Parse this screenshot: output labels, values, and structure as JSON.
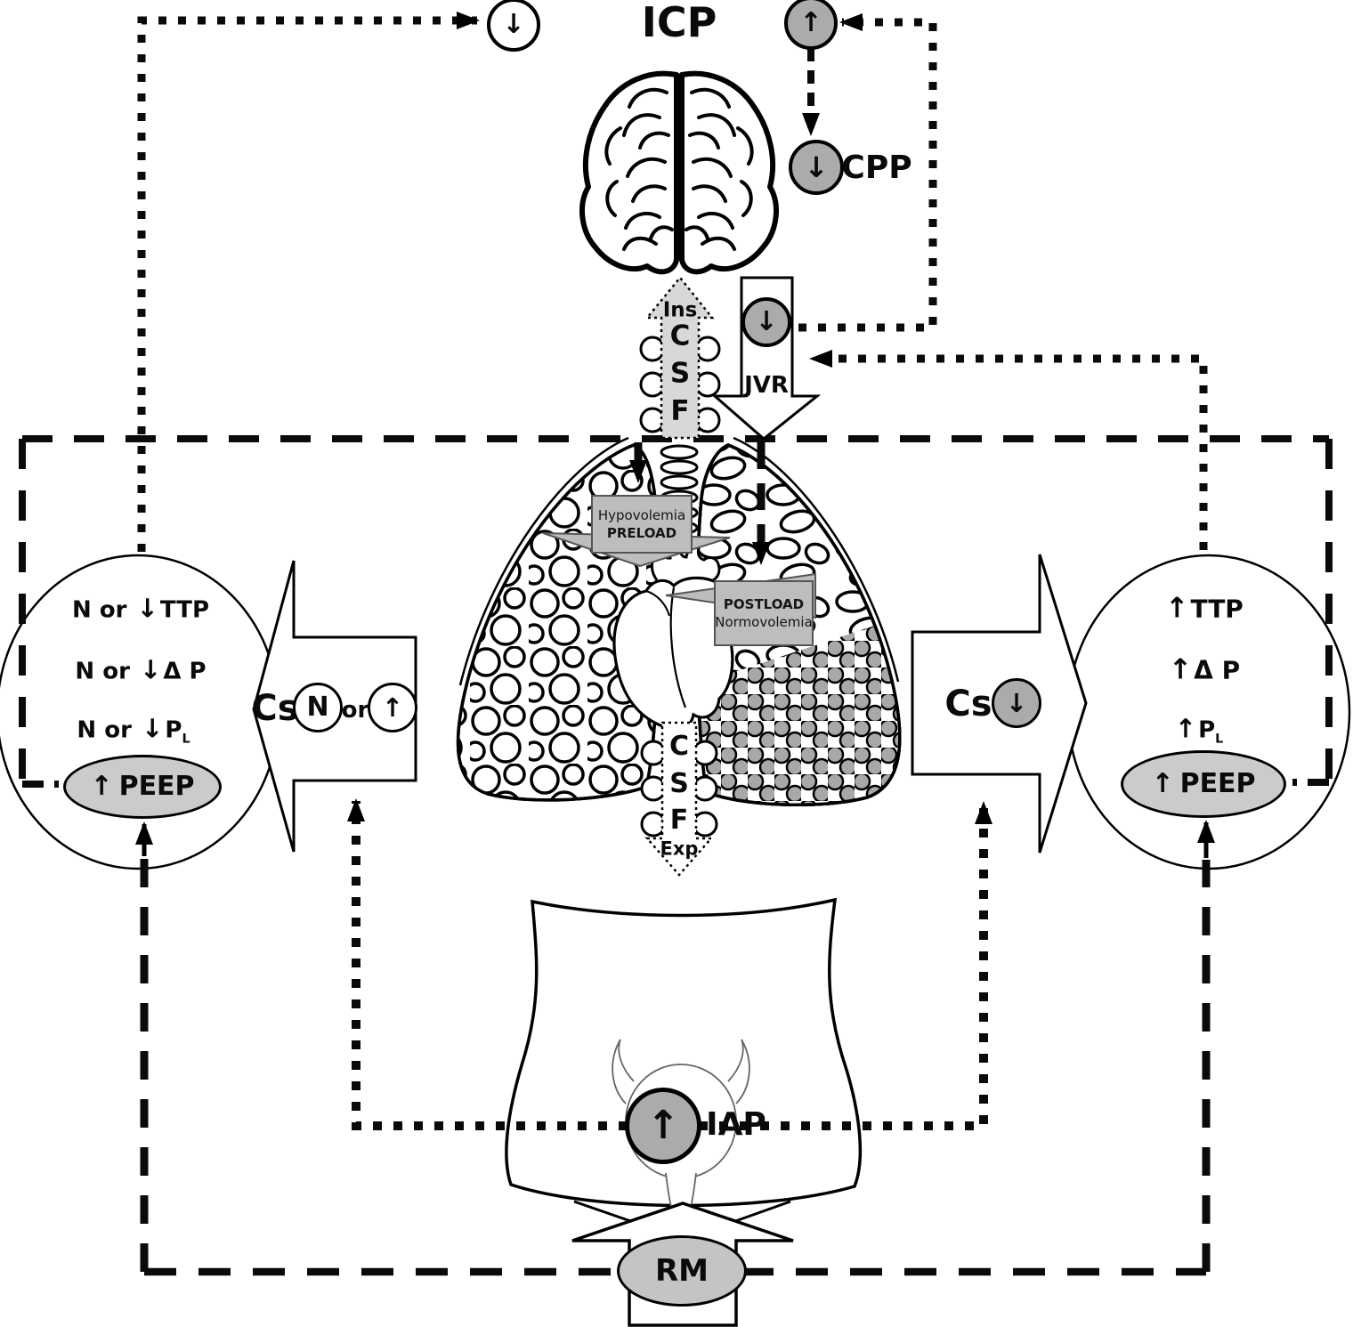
{
  "title": "ICP",
  "colors": {
    "line": "#000000",
    "gray_node": "#ababab",
    "gray_box": "#bdbdbd",
    "gray_pill": "#cbcbcb",
    "csf_arrow_fill": "#d8d8d8",
    "atelectasis_fill": "#a8a8a8"
  },
  "top": {
    "icp_label": "ICP",
    "icp_decrease_icon": "↓",
    "icp_increase_icon": "↑",
    "cpp": {
      "icon": "↓",
      "label": "CPP"
    }
  },
  "csf_ins": {
    "phase": "Ins",
    "letters": [
      "C",
      "S",
      "F"
    ]
  },
  "csf_exp": {
    "letters": [
      "C",
      "S",
      "F"
    ],
    "phase": "Exp"
  },
  "jvr": {
    "icon": "↓",
    "label": "JVR"
  },
  "preload_box": {
    "line1": "Hypovolemia",
    "line2": "PRELOAD"
  },
  "postload_box": {
    "line1": "POSTLOAD",
    "line2": "Normovolemia"
  },
  "left_circle": {
    "rows": [
      {
        "pre": "N or ",
        "arrow": "↓",
        "label": "TTP",
        "sub": ""
      },
      {
        "pre": "N or ",
        "arrow": "↓",
        "label": "Δ P",
        "sub": ""
      },
      {
        "pre": "N or ",
        "arrow": "↓",
        "label": "P",
        "sub": "L"
      }
    ],
    "peep": {
      "arrow": "↑",
      "label": "PEEP"
    }
  },
  "right_circle": {
    "rows": [
      {
        "arrow": "↑",
        "label": "TTP",
        "sub": ""
      },
      {
        "arrow": "↑",
        "label": "Δ P",
        "sub": ""
      },
      {
        "arrow": "↑",
        "label": "P",
        "sub": "L"
      }
    ],
    "peep": {
      "arrow": "↑",
      "label": "PEEP"
    }
  },
  "left_arrow": {
    "cs": "Cs",
    "normal": "N",
    "or": "or",
    "up_icon": "↑"
  },
  "right_arrow": {
    "cs": "Cs",
    "down_icon": "↓"
  },
  "iap": {
    "icon": "↑",
    "label": "IAP"
  },
  "rm": {
    "label": "RM"
  }
}
